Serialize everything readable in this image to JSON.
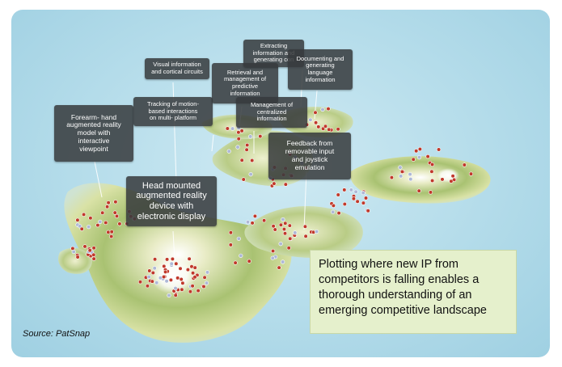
{
  "labels": [
    {
      "id": "forearm",
      "text": "Forearm- hand\naugmented reality\nmodel with\ninteractive\nviewpoint"
    },
    {
      "id": "visual",
      "text": "Visual information\nand cortical circuits"
    },
    {
      "id": "tracking",
      "text": "Tracking of motion-\nbased interactions\non multi- platform"
    },
    {
      "id": "retrieval",
      "text": "Retrieval and\nmanagement of\npredictive\ninformation"
    },
    {
      "id": "extracting",
      "text": "Extracting\ninformation and\ngenerating con"
    },
    {
      "id": "documenting",
      "text": "Documenting and\ngenerating\nlanguage\ninformation"
    },
    {
      "id": "management",
      "text": "Management of\ncentralized\ninformation"
    },
    {
      "id": "feedback",
      "text": "Feedback from\nremovable input\nand joystick\nemulation"
    },
    {
      "id": "head",
      "text": "Head mounted\naugmented reality\ndevice with\nelectronic display"
    }
  ],
  "callout": "Plotting where new IP from\ncompetitors is falling enables  a\nthorough understanding of an\nemerging competitive landscape",
  "source": "Source: PatSnap",
  "colors": {
    "water": "#b4dcea",
    "island": "#cfd8a3",
    "dot_red": "#c0392b",
    "dot_blue": "#aeb8d6",
    "label_bg": "#373a3c",
    "callout_bg": "#e5f0cc"
  }
}
